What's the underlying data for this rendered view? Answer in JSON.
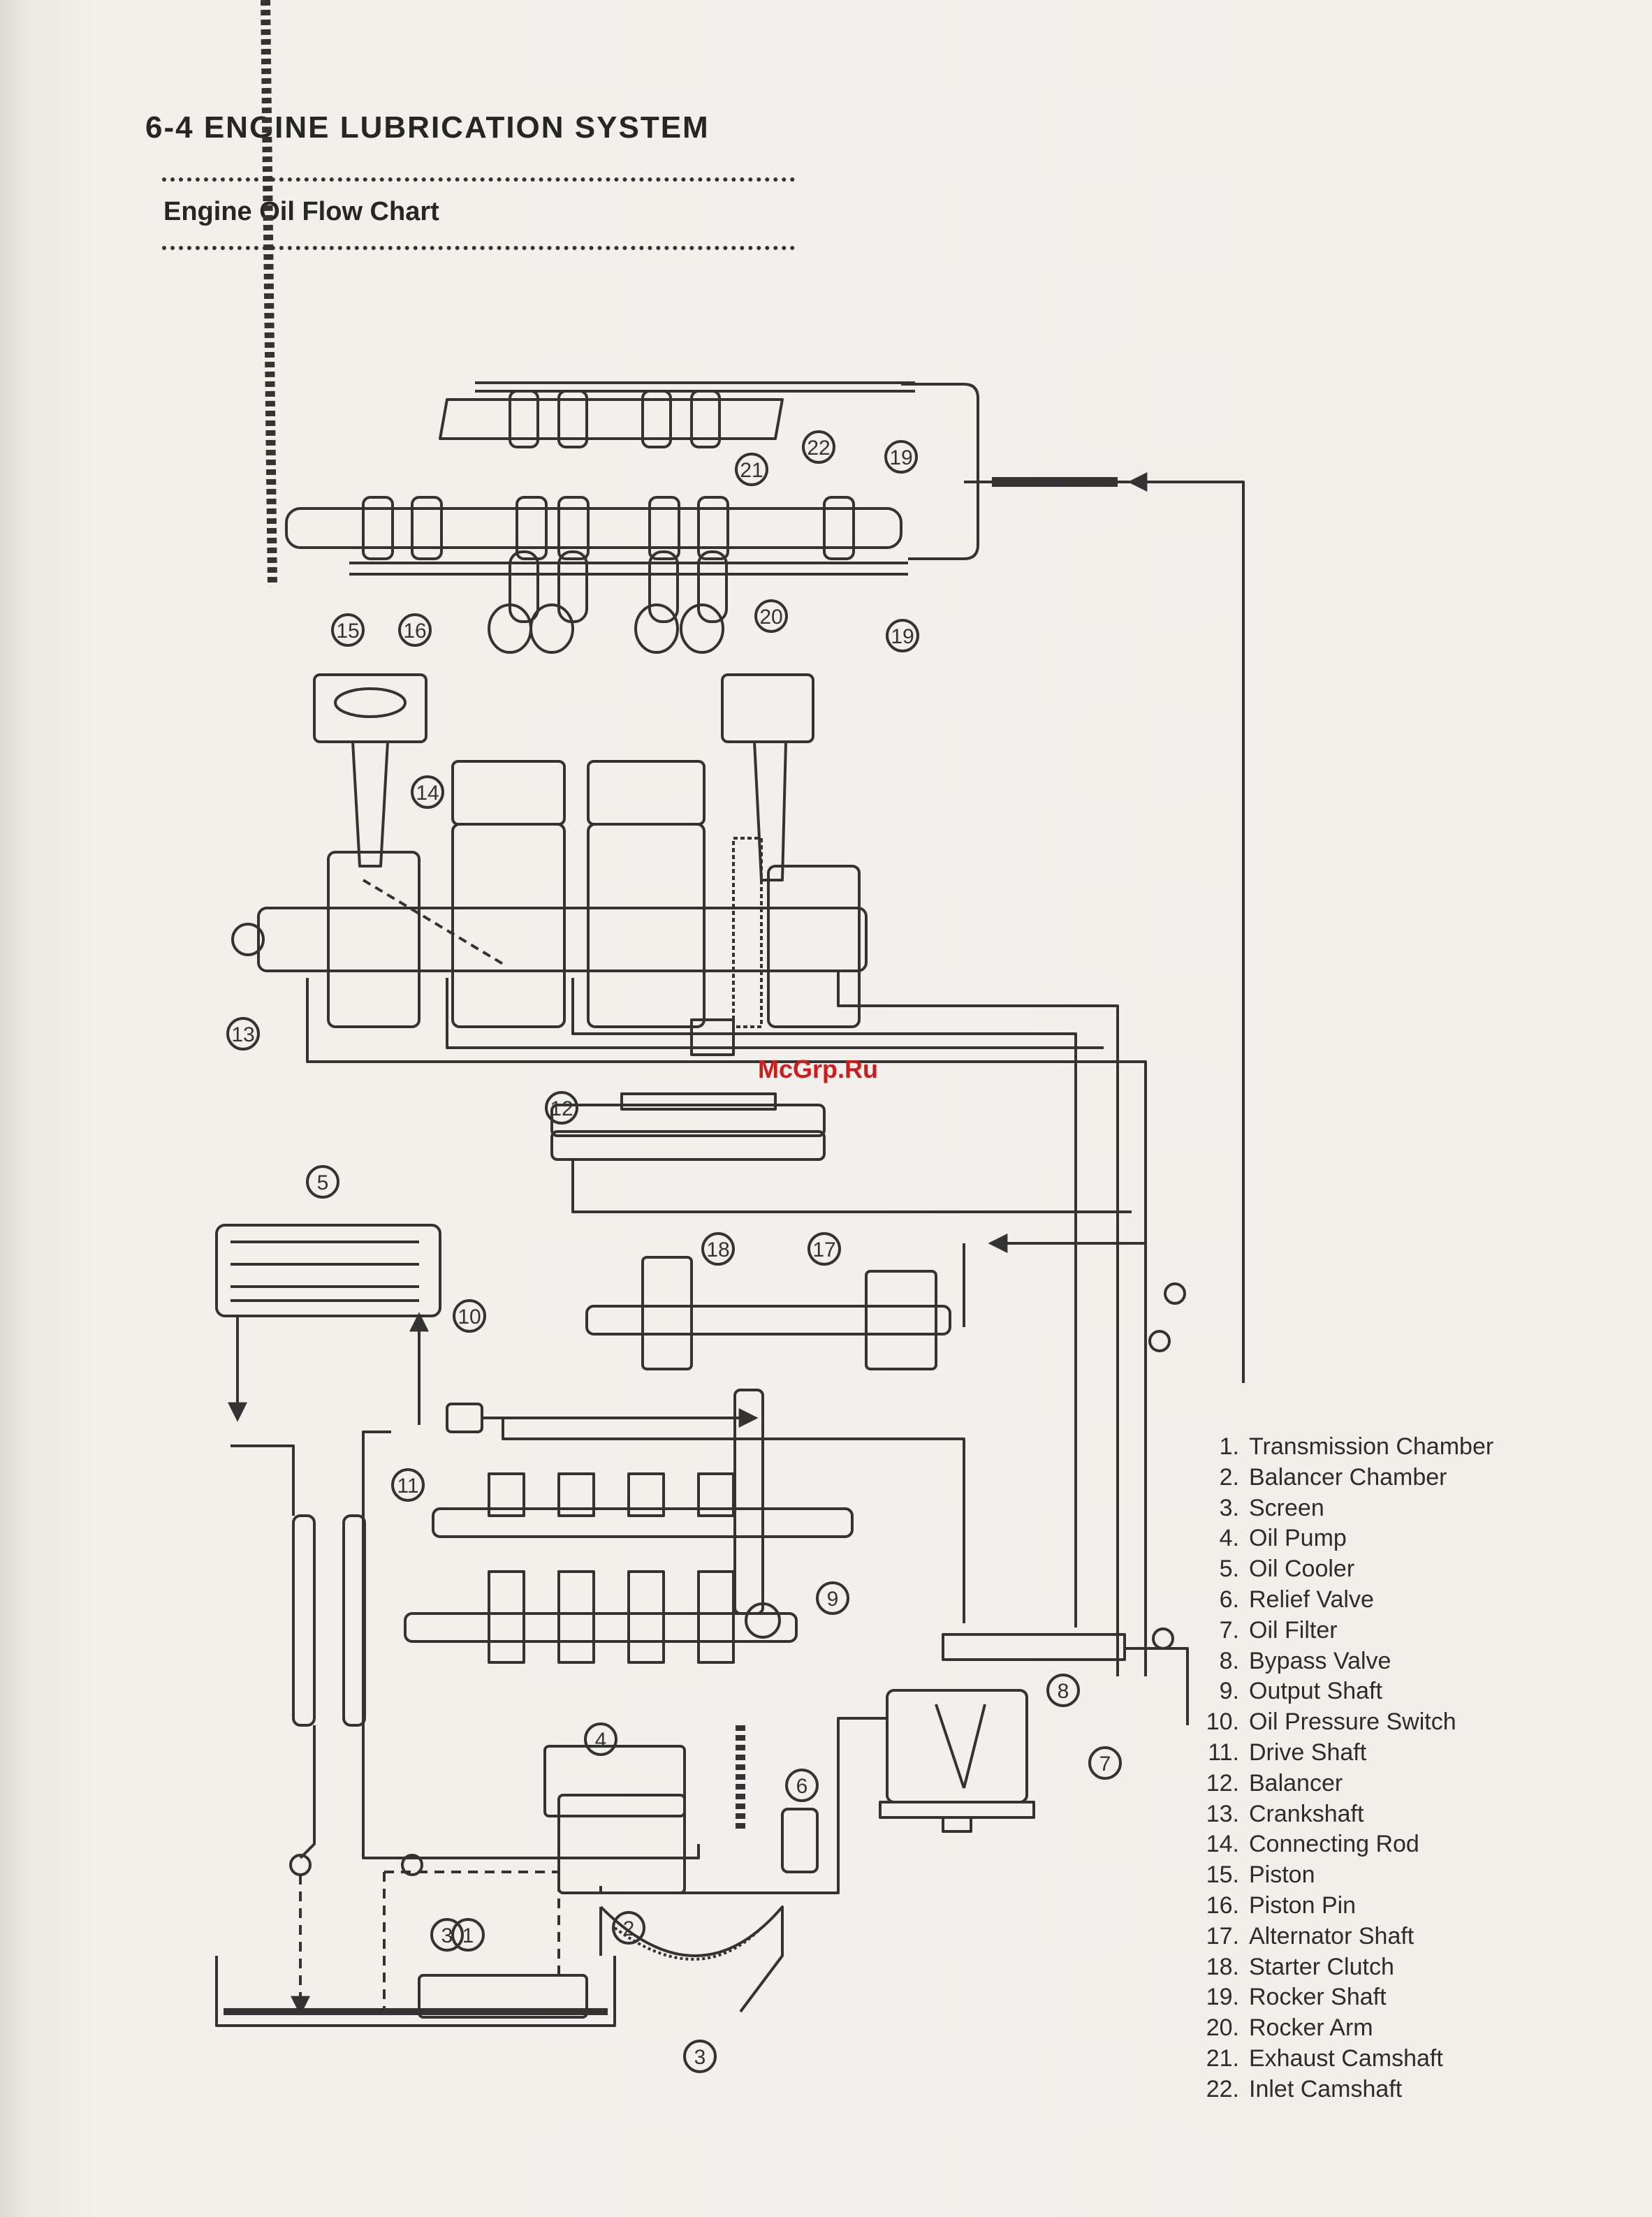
{
  "header": {
    "title": "6-4 ENGINE LUBRICATION SYSTEM",
    "subtitle": "Engine Oil Flow Chart"
  },
  "watermark": "McGrp.Ru",
  "callouts": [
    "1",
    "2",
    "3",
    "3",
    "4",
    "5",
    "6",
    "7",
    "8",
    "9",
    "10",
    "11",
    "12",
    "13",
    "14",
    "15",
    "16",
    "17",
    "18",
    "19",
    "19",
    "20",
    "21",
    "22"
  ],
  "legend": [
    {
      "num": "1.",
      "label": "Transmission Chamber"
    },
    {
      "num": "2.",
      "label": "Balancer Chamber"
    },
    {
      "num": "3.",
      "label": "Screen"
    },
    {
      "num": "4.",
      "label": "Oil Pump"
    },
    {
      "num": "5.",
      "label": "Oil Cooler"
    },
    {
      "num": "6.",
      "label": "Relief Valve"
    },
    {
      "num": "7.",
      "label": "Oil Filter"
    },
    {
      "num": "8.",
      "label": "Bypass Valve"
    },
    {
      "num": "9.",
      "label": "Output Shaft"
    },
    {
      "num": "10.",
      "label": "Oil Pressure Switch"
    },
    {
      "num": "11.",
      "label": "Drive Shaft"
    },
    {
      "num": "12.",
      "label": "Balancer"
    },
    {
      "num": "13.",
      "label": "Crankshaft"
    },
    {
      "num": "14.",
      "label": "Connecting Rod"
    },
    {
      "num": "15.",
      "label": "Piston"
    },
    {
      "num": "16.",
      "label": "Piston Pin"
    },
    {
      "num": "17.",
      "label": "Alternator Shaft"
    },
    {
      "num": "18.",
      "label": "Starter Clutch"
    },
    {
      "num": "19.",
      "label": "Rocker Shaft"
    },
    {
      "num": "20.",
      "label": "Rocker Arm"
    },
    {
      "num": "21.",
      "label": "Exhaust Camshaft"
    },
    {
      "num": "22.",
      "label": "Inlet Camshaft"
    }
  ]
}
